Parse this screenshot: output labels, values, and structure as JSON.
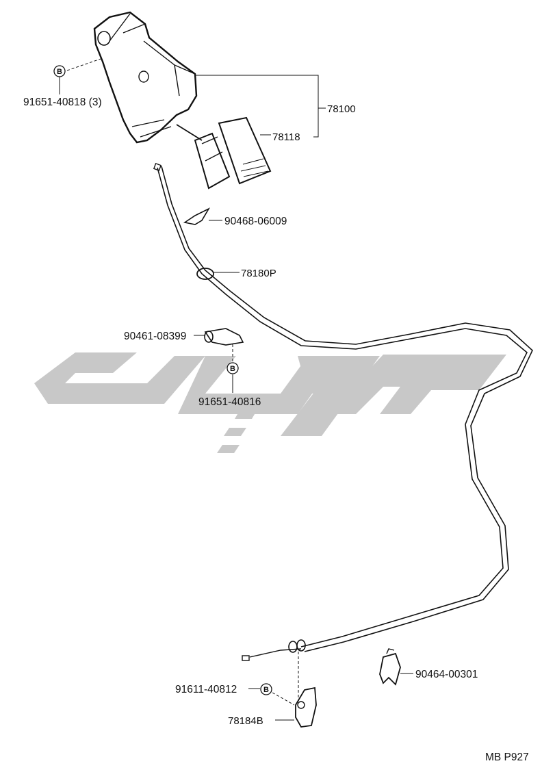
{
  "diagram": {
    "parts": {
      "bolt_91651_40818": "91651-40818 (3)",
      "assy_78100": "78100",
      "pad_78118": "78118",
      "clip_90468_06009": "90468-06009",
      "cable_78180P": "78180P",
      "clamp_90461_08399": "90461-08399",
      "bolt_91651_40816": "91651-40816",
      "clip_90464_00301": "90464-00301",
      "bolt_91611_40812": "91611-40812",
      "bracket_78184B": "78184B"
    },
    "bolt_marker": "B",
    "page_code": "MB P927"
  }
}
